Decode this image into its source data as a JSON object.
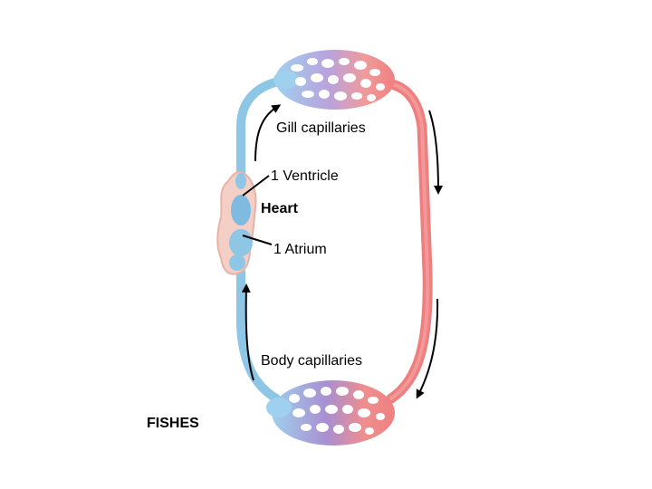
{
  "diagram": {
    "labels": {
      "gill_capillaries": "Gill capillaries",
      "ventricle": "1 Ventricle",
      "heart": "Heart",
      "atrium": "1 Atrium",
      "body_capillaries": "Body capillaries",
      "group": "FISHES"
    },
    "colors": {
      "deoxygenated": "#8ec6e6",
      "oxygenated": "#ef7f7f",
      "mixed": "#a98fd0",
      "heart_tissue": "#f3cfc6",
      "outline": "#000000"
    }
  }
}
